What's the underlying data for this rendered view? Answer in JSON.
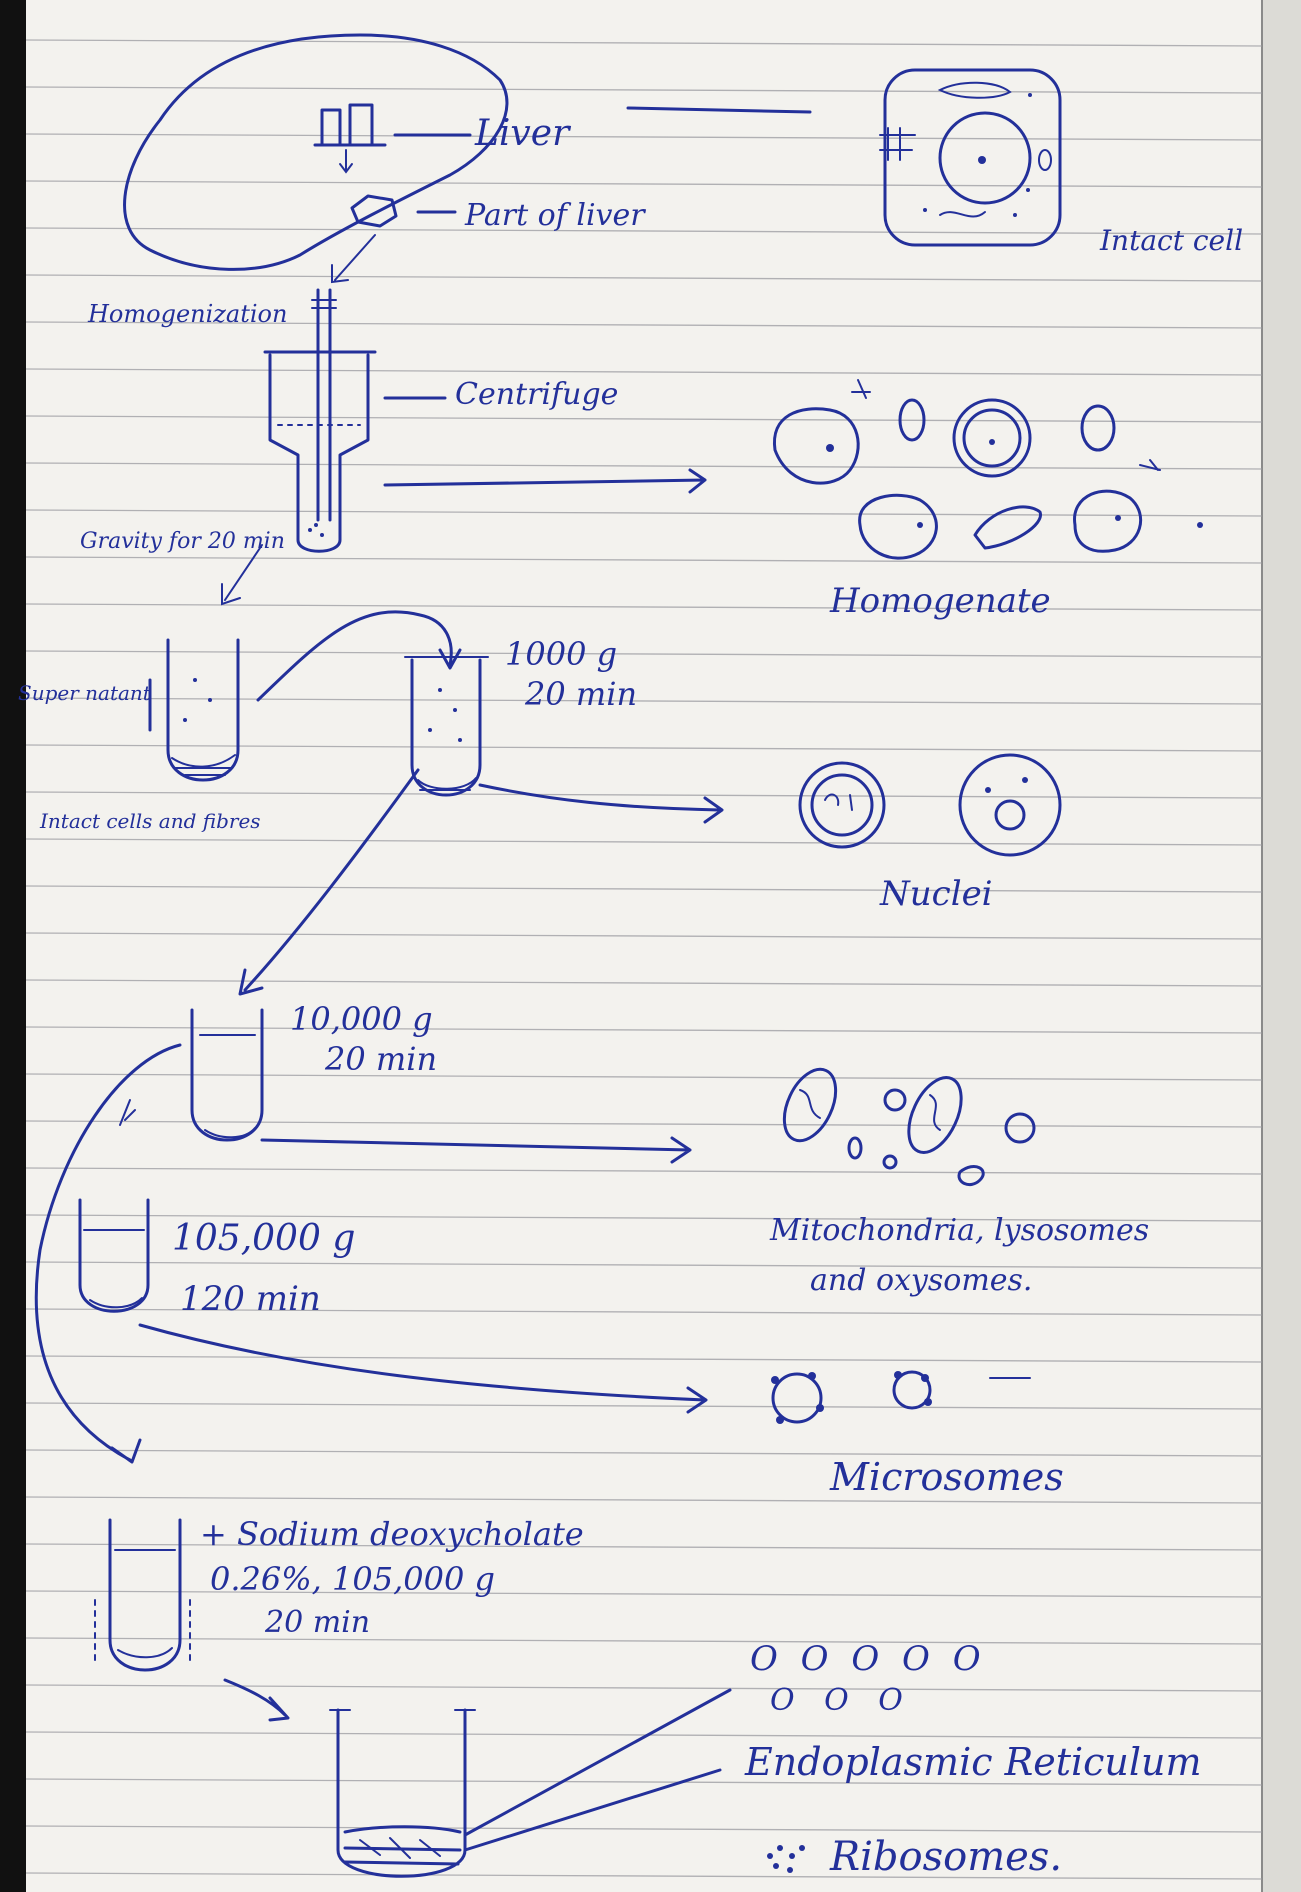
{
  "labels": {
    "liver": "Liver",
    "part_of_liver": "Part of liver",
    "intact_cell": "Intact cell",
    "homogenization": "Homogenization",
    "centrifuge": "Centrifuge",
    "gravity": "Gravity for 20 min",
    "supernatant": "Super natant",
    "intact_cells_fibres": "Intact cells and fibres",
    "homogenate": "Homogenate",
    "step1_speed": "1000 g",
    "step1_time": "20 min",
    "nuclei": "Nuclei",
    "step2_speed": "10,000 g",
    "step2_time": "20 min",
    "mito_line1": "Mitochondria, lysosomes",
    "mito_line2": "and oxysomes.",
    "step3_speed": "105,000 g",
    "step3_time": "120 min",
    "microsomes": "Microsomes",
    "step4_line1": "+ Sodium deoxycholate",
    "step4_line2": "0.26%, 105,000 g",
    "step4_line3": "20 min",
    "er_vesicles_row1": "O O O O O",
    "er_vesicles_row2": "O O O",
    "er": "Endoplasmic Reticulum",
    "ribosomes": "Ribosomes."
  }
}
